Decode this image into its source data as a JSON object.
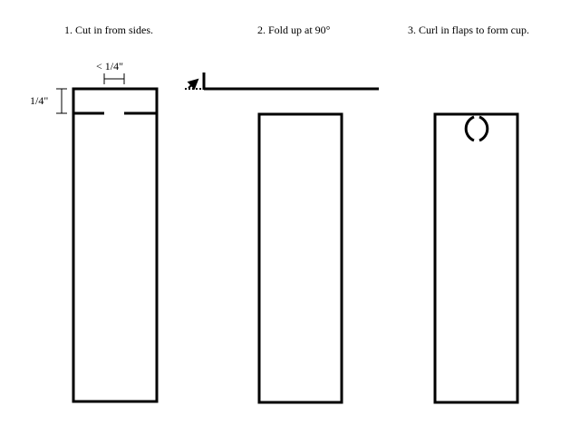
{
  "steps": [
    {
      "title": "1. Cut in from sides."
    },
    {
      "title": "2. Fold up at 90°"
    },
    {
      "title": "3. Curl in flaps to form cup."
    }
  ],
  "dimensions": {
    "cut_gap": "< 1/4\"",
    "cut_depth": "1/4\""
  },
  "colors": {
    "ink": "#000000",
    "background": "#ffffff"
  }
}
